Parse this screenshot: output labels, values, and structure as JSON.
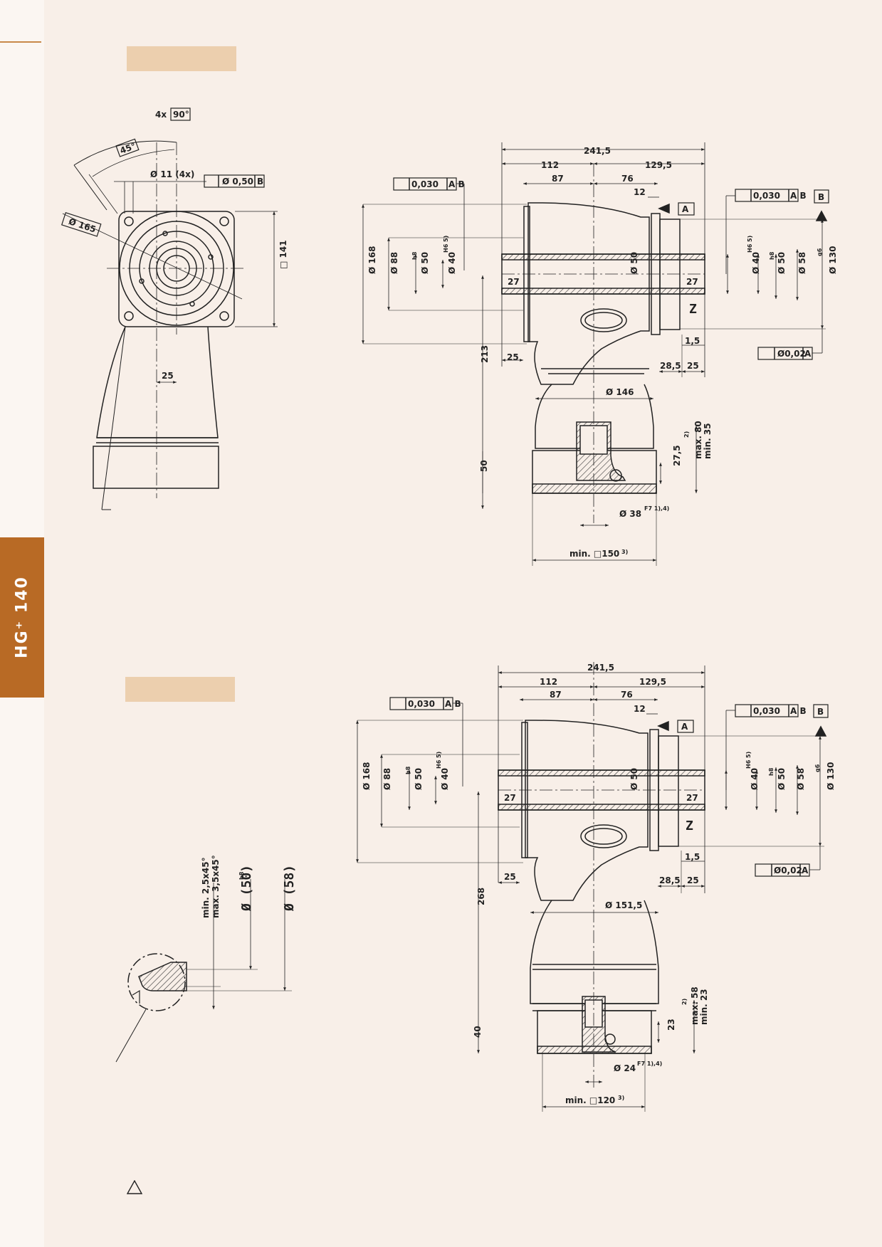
{
  "side_tab": {
    "label": "HG⁺ 140"
  },
  "top_left": {
    "angle_4x": "4x",
    "angle_90": "90°",
    "angle_45": "45°",
    "holes": "Ø 11 (4x)",
    "position_tol": "Ø 0,50",
    "datum_b": "B",
    "pcd": "Ø 165",
    "square": "□ 141",
    "offset": "25"
  },
  "top_right": {
    "d241": "241,5",
    "d112": "112",
    "d129": "129,5",
    "d87": "87",
    "d76": "76",
    "d12": "12",
    "runout_tol": "0,030",
    "runout_datums": "A B",
    "datum_a": "A",
    "datum_b": "B",
    "d168": "Ø 168",
    "d88": "Ø 88",
    "d50h8": "Ø 50",
    "h8": "h8",
    "d40H6": "Ø 40",
    "H6": "H6 5)",
    "d50c": "Ø 50",
    "d27": "27",
    "d40r": "Ø 40",
    "d50r": "Ø 50",
    "d58": "Ø 58",
    "d130": "Ø 130",
    "g6": "g6",
    "z": "Z",
    "d15": "1,5",
    "perp_tol": "Ø0,02",
    "perp_datum": "A",
    "d285": "28,5",
    "d25": "25",
    "d213": "213",
    "d146": "Ø 146",
    "d275": "27,5",
    "maxmin": "max. 80",
    "maxsup": "2)",
    "min35": "min. 35",
    "d50": "50",
    "d38": "Ø 38",
    "F7": "F7 1),4)",
    "minsq": "min. □150",
    "minsup": "3)"
  },
  "bottom_left": {
    "chamfer_min": "min. 2,5x45°",
    "chamfer_max": "max. 3,5x45°",
    "d50": "Ø (50)",
    "h8": "h8",
    "d58": "Ø (58)"
  },
  "bottom_right": {
    "d241": "241,5",
    "d112": "112",
    "d129": "129,5",
    "d87": "87",
    "d76": "76",
    "d12": "12",
    "runout_tol": "0,030",
    "runout_datums": "A B",
    "datum_a": "A",
    "datum_b": "B",
    "d168": "Ø 168",
    "d88": "Ø 88",
    "d50h8": "Ø 50",
    "h8": "h8",
    "d40H6": "Ø 40",
    "H6": "H6 5)",
    "d50c": "Ø 50",
    "d27": "27",
    "d40r": "Ø 40",
    "d50r": "Ø 50",
    "d58": "Ø 58",
    "d130": "Ø 130",
    "g6": "g6",
    "z": "Z",
    "d15": "1,5",
    "perp_tol": "Ø0,02",
    "perp_datum": "A",
    "d285": "28,5",
    "d25": "25",
    "d268": "268",
    "d151": "Ø 151,5",
    "d23": "23",
    "maxmin": "max. 58",
    "maxsup": "2)",
    "min23": "min. 23",
    "d40": "40",
    "d24": "Ø 24",
    "F7": "F7 1),4)",
    "minsq": "min. □120",
    "minsup": "3)"
  }
}
